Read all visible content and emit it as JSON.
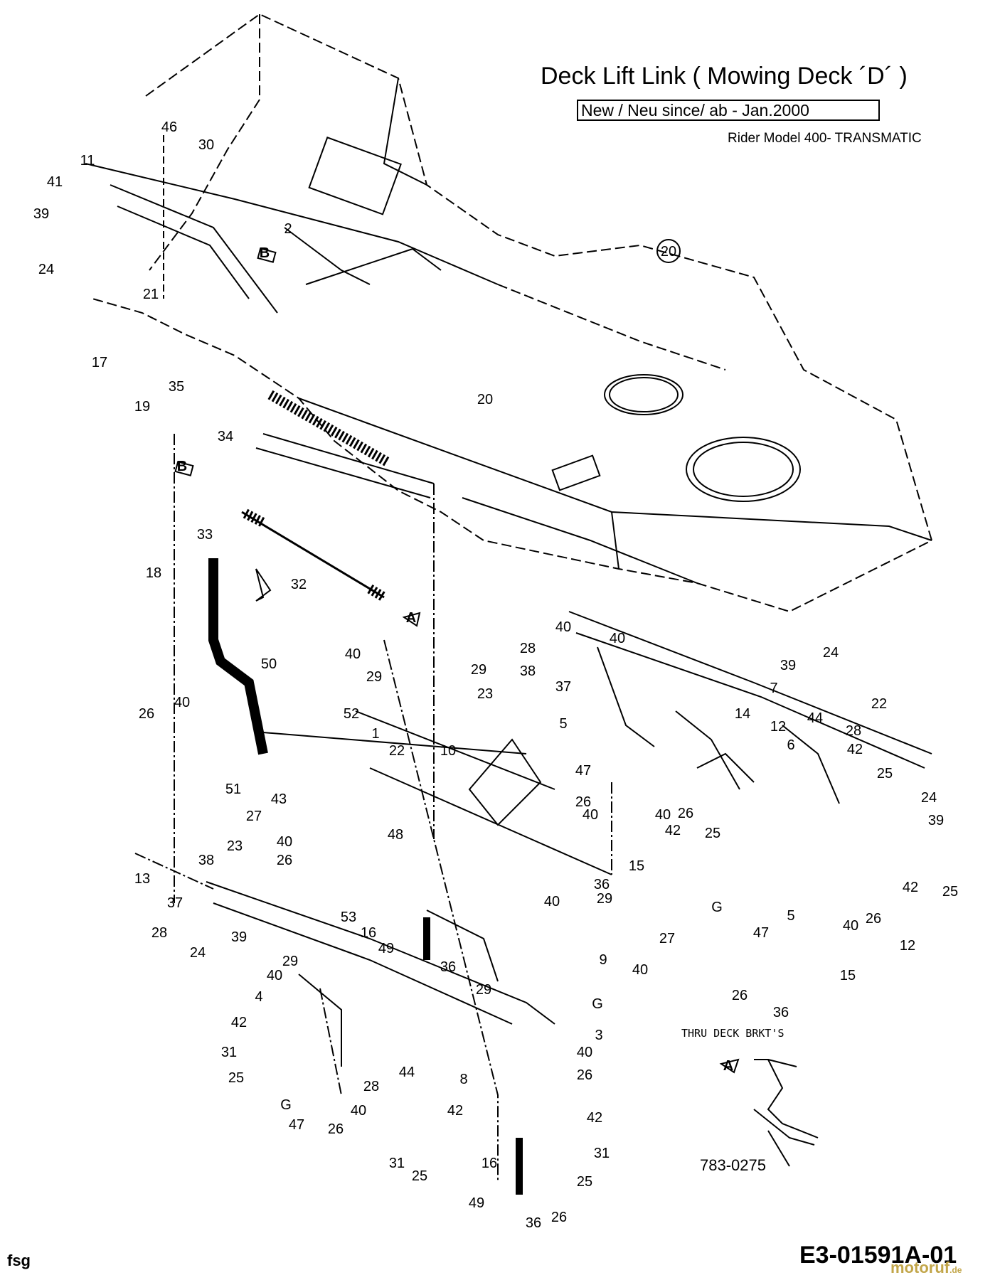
{
  "header": {
    "title": "Deck Lift Link ( Mowing Deck ´D´ )",
    "subtitle": "New / Neu  since/ ab - Jan.2000",
    "model": "Rider Model 400- TRANSMATIC"
  },
  "footer": {
    "left": "fsg",
    "code": "E3-01591A-01",
    "watermark": "motoruf",
    "watermark_tld": ".de"
  },
  "notes": {
    "thru_deck": "THRU DECK BRKT'S",
    "part_number": "783-0275"
  },
  "callouts": [
    {
      "id": "c46",
      "label": "46"
    },
    {
      "id": "c30",
      "label": "30"
    },
    {
      "id": "c11",
      "label": "11"
    },
    {
      "id": "c41",
      "label": "41"
    },
    {
      "id": "c39a",
      "label": "39"
    },
    {
      "id": "c24a",
      "label": "24"
    },
    {
      "id": "c2",
      "label": "2"
    },
    {
      "id": "c20a",
      "label": "20"
    },
    {
      "id": "c21",
      "label": "21"
    },
    {
      "id": "c17",
      "label": "17"
    },
    {
      "id": "c35",
      "label": "35"
    },
    {
      "id": "c19",
      "label": "19"
    },
    {
      "id": "c20b",
      "label": "20"
    },
    {
      "id": "c34",
      "label": "34"
    },
    {
      "id": "c33",
      "label": "33"
    },
    {
      "id": "c18",
      "label": "18"
    },
    {
      "id": "c32",
      "label": "32"
    },
    {
      "id": "c29a",
      "label": "29"
    },
    {
      "id": "c40a",
      "label": "40"
    },
    {
      "id": "c40b",
      "label": "40"
    },
    {
      "id": "c24b",
      "label": "24"
    },
    {
      "id": "c28a",
      "label": "28"
    },
    {
      "id": "c39b",
      "label": "39"
    },
    {
      "id": "c38a",
      "label": "38"
    },
    {
      "id": "c37a",
      "label": "37"
    },
    {
      "id": "c23a",
      "label": "23"
    },
    {
      "id": "c7",
      "label": "7"
    },
    {
      "id": "c22a",
      "label": "22"
    },
    {
      "id": "c50",
      "label": "50"
    },
    {
      "id": "c40c",
      "label": "40"
    },
    {
      "id": "c29b",
      "label": "29"
    },
    {
      "id": "c40d",
      "label": "40"
    },
    {
      "id": "c26a",
      "label": "26"
    },
    {
      "id": "c52",
      "label": "52"
    },
    {
      "id": "c1",
      "label": "1"
    },
    {
      "id": "c22b",
      "label": "22"
    },
    {
      "id": "c10",
      "label": "10"
    },
    {
      "id": "c5a",
      "label": "5"
    },
    {
      "id": "c14",
      "label": "14"
    },
    {
      "id": "c12a",
      "label": "12"
    },
    {
      "id": "c44a",
      "label": "44"
    },
    {
      "id": "c28b",
      "label": "28"
    },
    {
      "id": "c6",
      "label": "6"
    },
    {
      "id": "c42a",
      "label": "42"
    },
    {
      "id": "c25a",
      "label": "25"
    },
    {
      "id": "c24c",
      "label": "24"
    },
    {
      "id": "c39c",
      "label": "39"
    },
    {
      "id": "c47a",
      "label": "47"
    },
    {
      "id": "c26b",
      "label": "26"
    },
    {
      "id": "c40e",
      "label": "40"
    },
    {
      "id": "c40f",
      "label": "40"
    },
    {
      "id": "c26c",
      "label": "26"
    },
    {
      "id": "c42b",
      "label": "42"
    },
    {
      "id": "c25b",
      "label": "25"
    },
    {
      "id": "c51",
      "label": "51"
    },
    {
      "id": "c43",
      "label": "43"
    },
    {
      "id": "c27a",
      "label": "27"
    },
    {
      "id": "c48",
      "label": "48"
    },
    {
      "id": "c40g",
      "label": "40"
    },
    {
      "id": "c15a",
      "label": "15"
    },
    {
      "id": "c42c",
      "label": "42"
    },
    {
      "id": "c25c",
      "label": "25"
    },
    {
      "id": "c23b",
      "label": "23"
    },
    {
      "id": "c38b",
      "label": "38"
    },
    {
      "id": "c26d",
      "label": "26"
    },
    {
      "id": "c13",
      "label": "13"
    },
    {
      "id": "c36a",
      "label": "36"
    },
    {
      "id": "c29c",
      "label": "29"
    },
    {
      "id": "cG1",
      "label": "G"
    },
    {
      "id": "c47b",
      "label": "47"
    },
    {
      "id": "c5b",
      "label": "5"
    },
    {
      "id": "c40h",
      "label": "40"
    },
    {
      "id": "c26e",
      "label": "26"
    },
    {
      "id": "c12b",
      "label": "12"
    },
    {
      "id": "c37b",
      "label": "37"
    },
    {
      "id": "c53",
      "label": "53"
    },
    {
      "id": "c16a",
      "label": "16"
    },
    {
      "id": "c40i",
      "label": "40"
    },
    {
      "id": "c28c",
      "label": "28"
    },
    {
      "id": "c39d",
      "label": "39"
    },
    {
      "id": "c49a",
      "label": "49"
    },
    {
      "id": "c24d",
      "label": "24"
    },
    {
      "id": "c29d",
      "label": "29"
    },
    {
      "id": "c36b",
      "label": "36"
    },
    {
      "id": "c27b",
      "label": "27"
    },
    {
      "id": "c40j",
      "label": "40"
    },
    {
      "id": "c9",
      "label": "9"
    },
    {
      "id": "c40k",
      "label": "40"
    },
    {
      "id": "c29e",
      "label": "29"
    },
    {
      "id": "cG2",
      "label": "G"
    },
    {
      "id": "c4",
      "label": "4"
    },
    {
      "id": "c15b",
      "label": "15"
    },
    {
      "id": "c26f",
      "label": "26"
    },
    {
      "id": "c36c",
      "label": "36"
    },
    {
      "id": "c42d",
      "label": "42"
    },
    {
      "id": "c3",
      "label": "3"
    },
    {
      "id": "c31a",
      "label": "31"
    },
    {
      "id": "c40l",
      "label": "40"
    },
    {
      "id": "c44b",
      "label": "44"
    },
    {
      "id": "c26g",
      "label": "26"
    },
    {
      "id": "c25d",
      "label": "25"
    },
    {
      "id": "c28d",
      "label": "28"
    },
    {
      "id": "c8",
      "label": "8"
    },
    {
      "id": "cG3",
      "label": "G"
    },
    {
      "id": "c40m",
      "label": "40"
    },
    {
      "id": "c42e",
      "label": "42"
    },
    {
      "id": "c47c",
      "label": "47"
    },
    {
      "id": "c26h",
      "label": "26"
    },
    {
      "id": "c42f",
      "label": "42"
    },
    {
      "id": "c31b",
      "label": "31"
    },
    {
      "id": "c25e",
      "label": "25"
    },
    {
      "id": "c16b",
      "label": "16"
    },
    {
      "id": "c31c",
      "label": "31"
    },
    {
      "id": "c25f",
      "label": "25"
    },
    {
      "id": "c49b",
      "label": "49"
    },
    {
      "id": "c36d",
      "label": "36"
    },
    {
      "id": "c26i",
      "label": "26"
    },
    {
      "id": "cA1",
      "label": "A"
    },
    {
      "id": "cA2",
      "label": "A"
    },
    {
      "id": "cB1",
      "label": "B"
    },
    {
      "id": "cB2",
      "label": "B"
    }
  ]
}
